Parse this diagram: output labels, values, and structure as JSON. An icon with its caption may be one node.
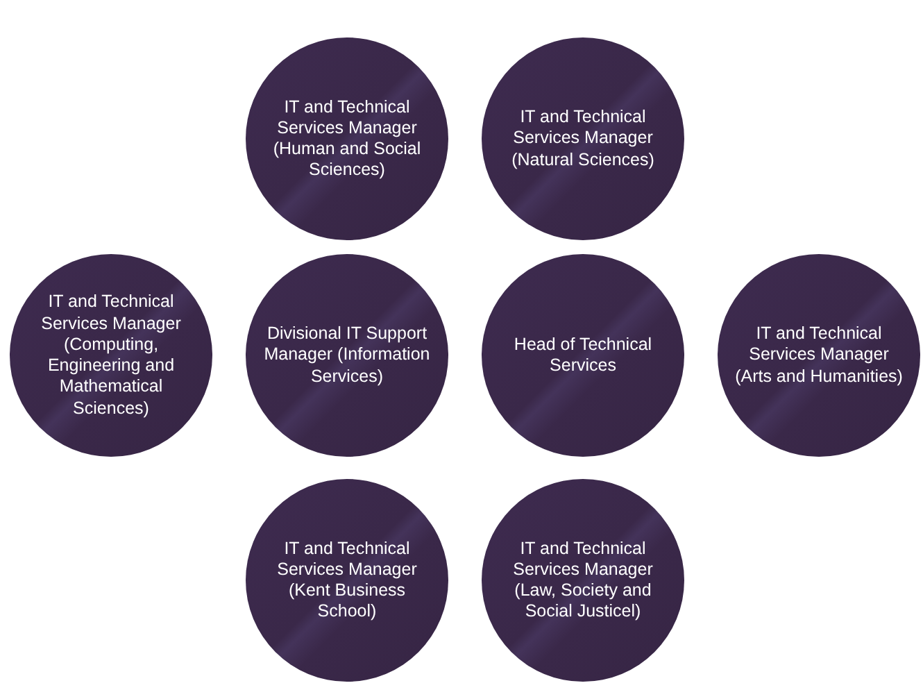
{
  "diagram": {
    "nodes": [
      {
        "text": [
          "IT and Technical Services Manager (Human and Social Sciences)"
        ]
      },
      {
        "text": [
          "IT and Technical Services Manager (Natural Sciences)"
        ]
      },
      {
        "text": [
          "IT and Technical Services Manager (Computing, Engineering and Mathematical Sciences)"
        ]
      },
      {
        "text": [
          "Divisional IT Support Manager (Information Services)"
        ]
      },
      {
        "text": [
          "Head of Technical Services"
        ]
      },
      {
        "text": [
          "IT and Technical Services Manager (Arts and Humanities)"
        ]
      },
      {
        "text": [
          "IT and Technical Services Manager (Kent Business School)"
        ]
      },
      {
        "text": [
          "IT and Technical Services Manager (Law, Society and Social Justicel)"
        ]
      }
    ]
  }
}
